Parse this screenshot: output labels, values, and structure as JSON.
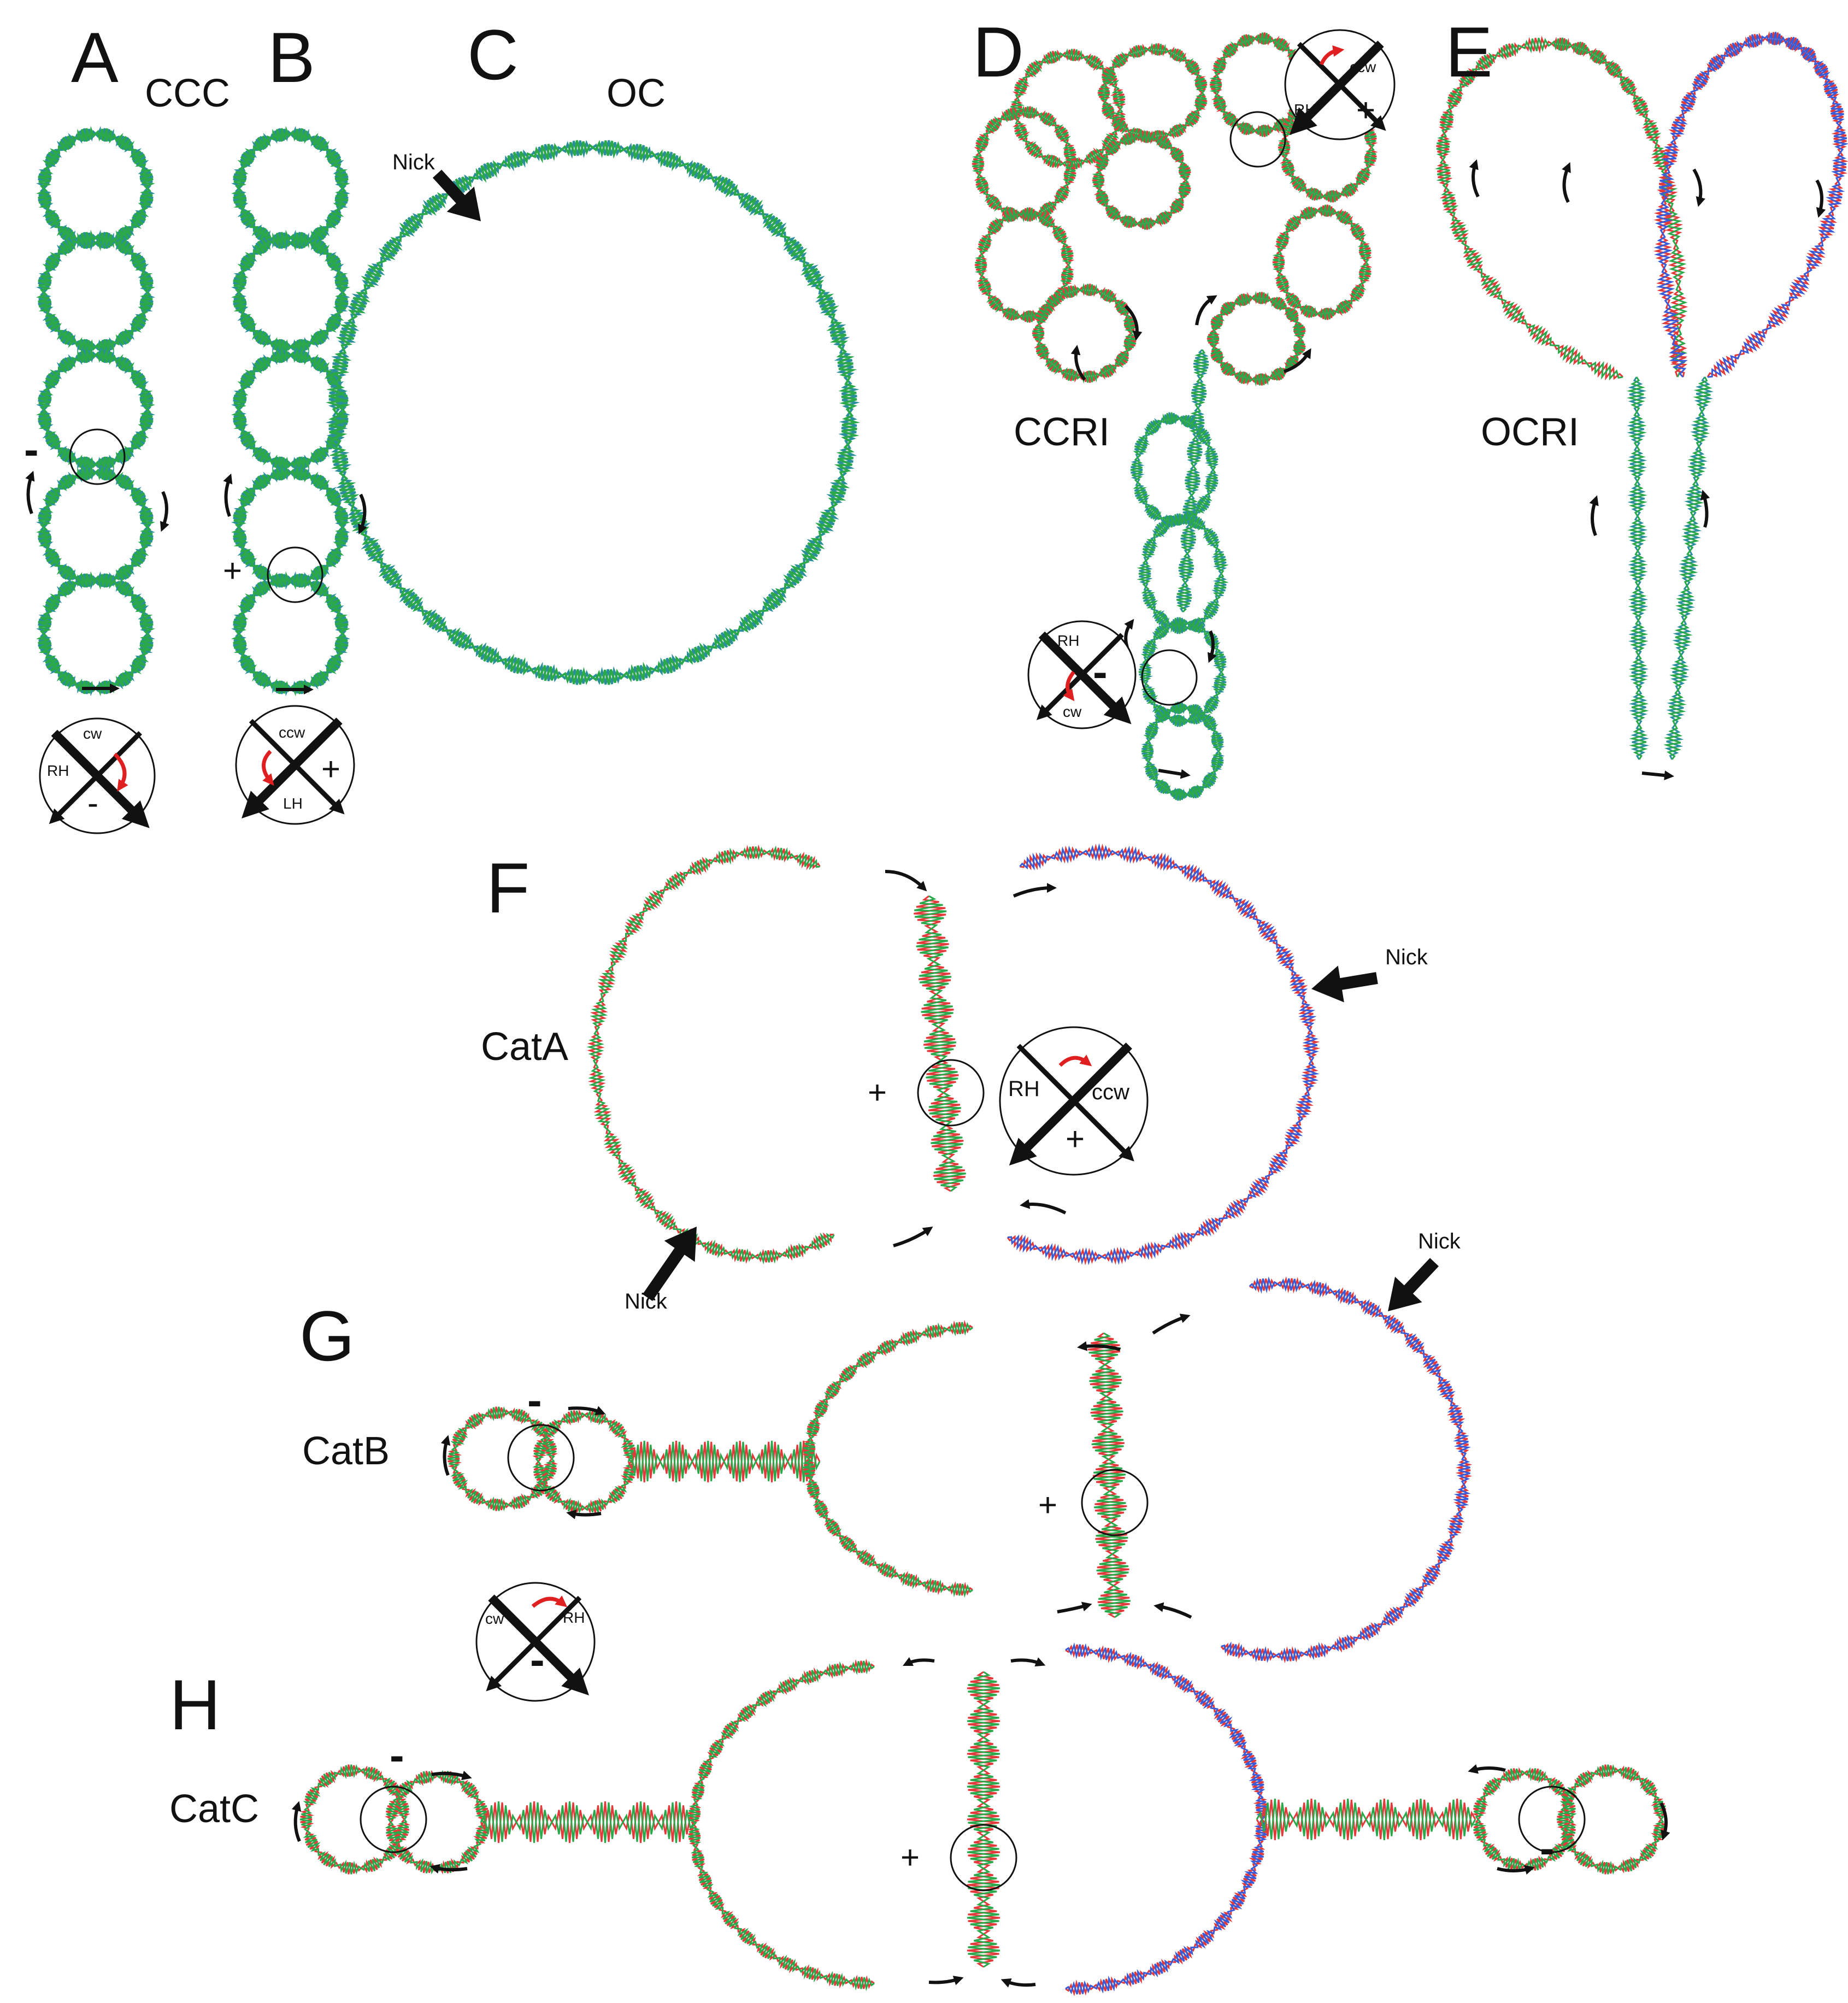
{
  "panels": {
    "A": {
      "letter": "A",
      "label": "CCC",
      "sign": "-",
      "key": {
        "top": "cw",
        "left": "RH",
        "bottom": "-"
      }
    },
    "B": {
      "letter": "B",
      "sign": "+",
      "key": {
        "top": "ccw",
        "right": "+",
        "bottom": "LH"
      }
    },
    "C": {
      "letter": "C",
      "label": "OC",
      "nick": "Nick"
    },
    "D": {
      "letter": "D",
      "label": "CCRI",
      "key_top": {
        "a": "ccw",
        "b": "RH",
        "c": "+"
      },
      "key_bottom": {
        "a": "RH",
        "b": "-",
        "c": "cw"
      }
    },
    "E": {
      "letter": "E",
      "label": "OCRI"
    },
    "F": {
      "letter": "F",
      "label": "CatA",
      "nick1": "Nick",
      "nick2": "Nick",
      "sign": "+",
      "key": {
        "a": "RH",
        "b": "ccw",
        "c": "+"
      }
    },
    "G": {
      "letter": "G",
      "label": "CatB",
      "nick": "Nick",
      "sign_minus": "-",
      "sign_plus": "+",
      "key": {
        "a": "cw",
        "b": "RH",
        "c": "-"
      }
    },
    "H": {
      "letter": "H",
      "label": "CatC",
      "sign_minus1": "-",
      "sign_plus": "+",
      "sign_minus2": "-"
    }
  },
  "colors": {
    "strand1": "#2aa84a",
    "strand2": "#e23a3a",
    "strand3": "#3a5bd8",
    "dup": "#2a8f9a",
    "ink": "#111111",
    "accent": "#e02020"
  }
}
